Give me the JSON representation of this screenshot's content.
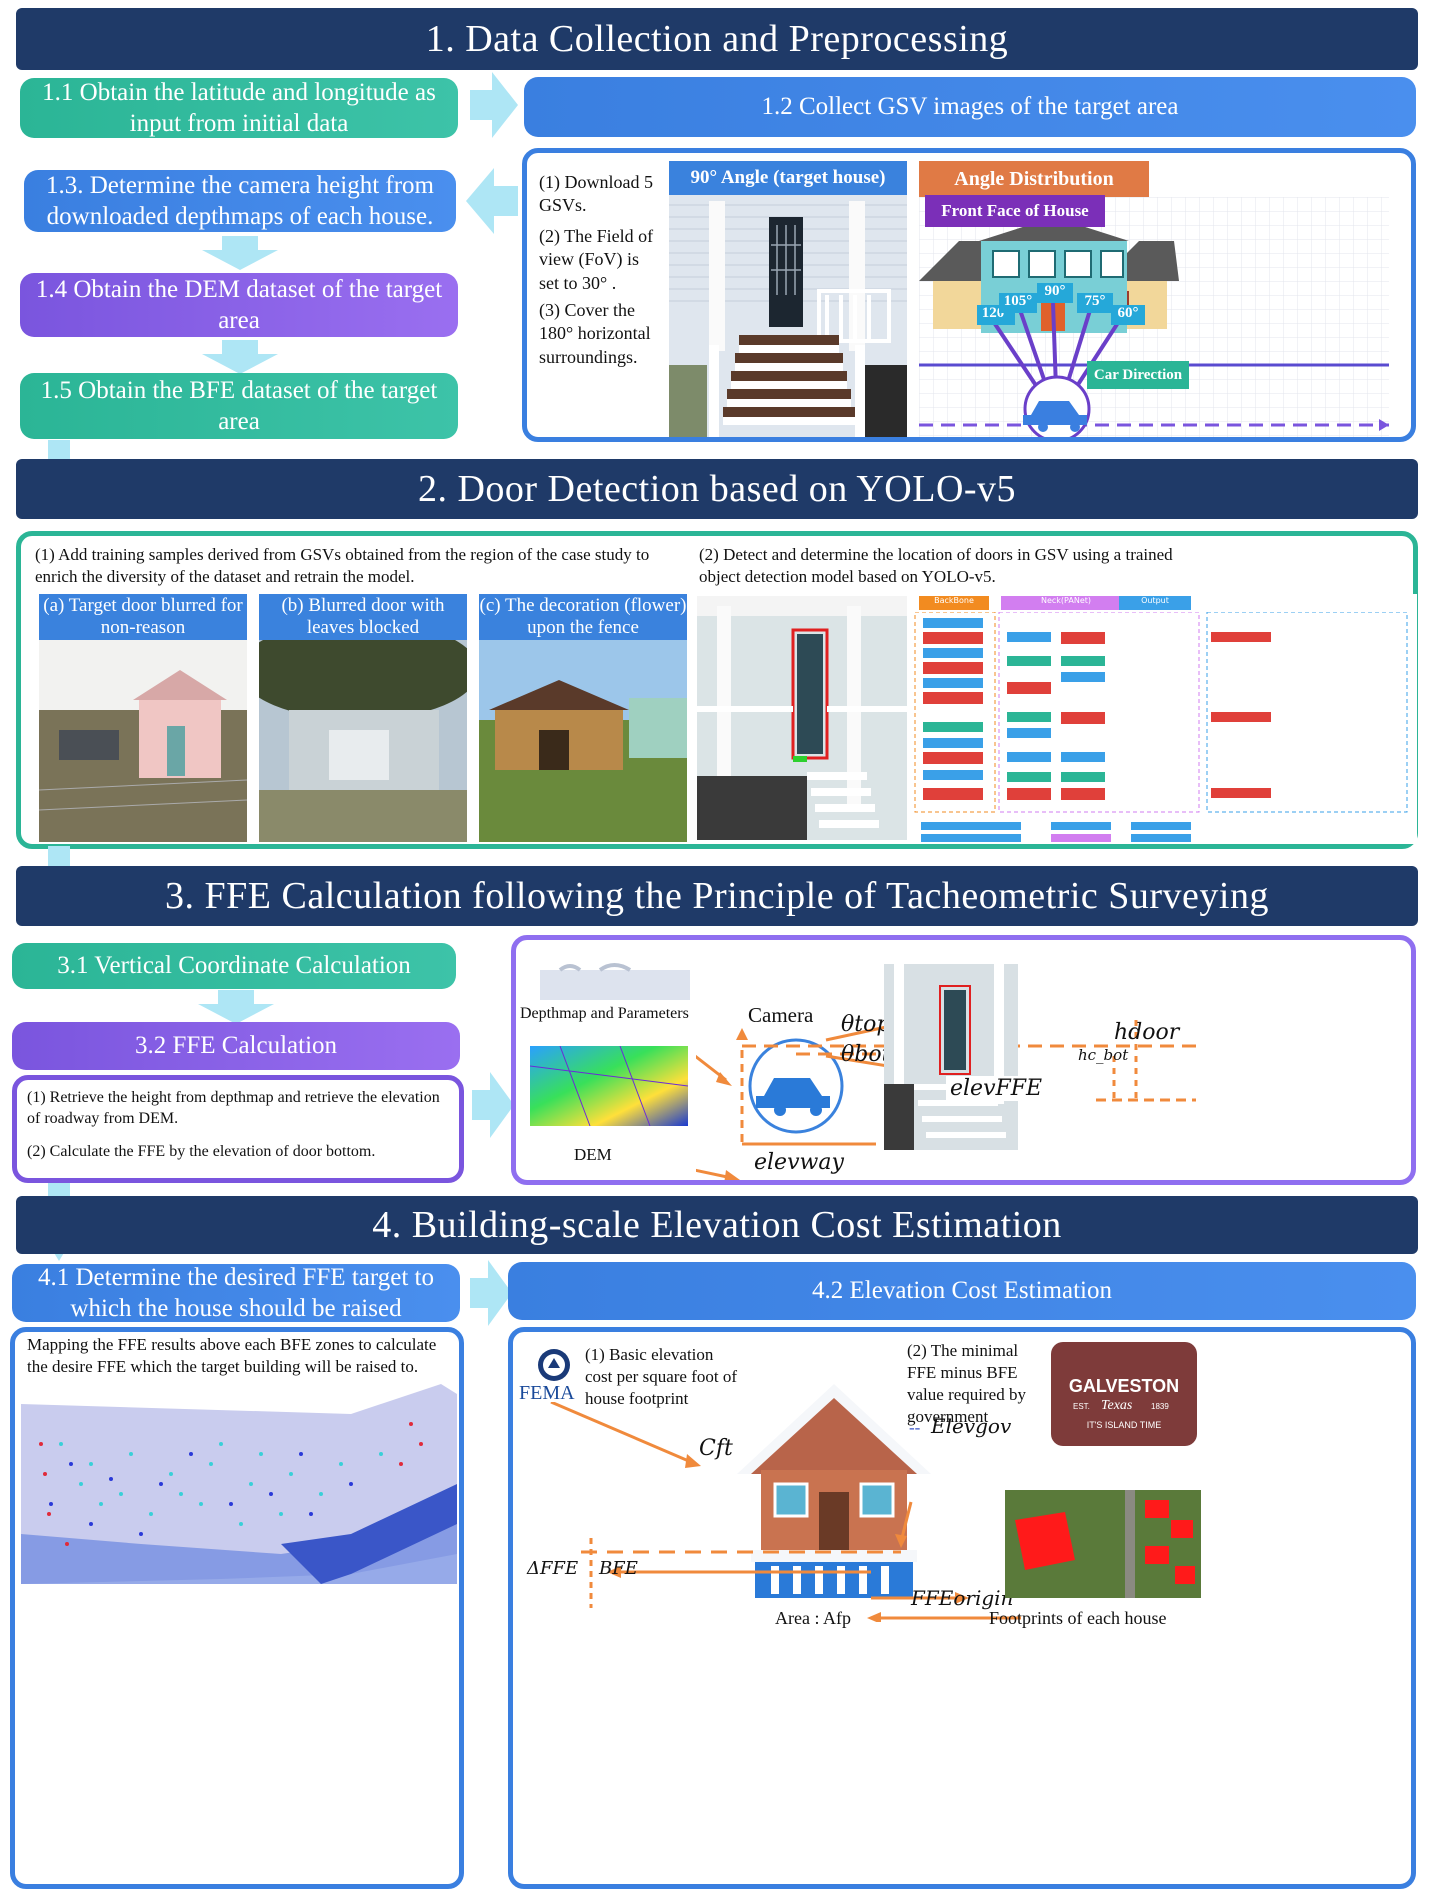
{
  "section1": {
    "title": "1. Data Collection and Preprocessing",
    "step_1_1": "1.1 Obtain the latitude and longitude as input from initial data",
    "step_1_2": "1.2 Collect GSV images of the target area",
    "step_1_3": "1.3. Determine the camera height from downloaded depthmaps of each house.",
    "step_1_4": "1.4 Obtain the DEM dataset of the target area",
    "step_1_5": "1.5 Obtain the BFE dataset of the target area",
    "notes": [
      "(1) Download 5 GSVs.",
      "(2) The Field of view (FoV) is set to 30° .",
      "(3) Cover the 180° horizontal surroundings."
    ],
    "photo_label": "90° Angle (target house)",
    "angle_title": "Angle Distribution",
    "front_face": "Front Face of House",
    "angles": [
      "120°",
      "105°",
      "90°",
      "75°",
      "60°"
    ],
    "car_direction": "Car Direction"
  },
  "section2": {
    "title": "2. Door Detection based on YOLO-v5",
    "text1": "(1) Add training samples derived from GSVs obtained from the region of the case study to enrich the diversity of the dataset and retrain the model.",
    "text2": "(2) Detect and determine the location of doors in GSV using a trained object detection model based on YOLO-v5.",
    "captions": [
      "(a) Target door blurred for non-reason",
      "(b) Blurred door with leaves blocked",
      "(c) The decoration (flower) upon the fence"
    ],
    "nn_headers": [
      "BackBone",
      "Neck(PANet)",
      "Output"
    ]
  },
  "section3": {
    "title": "3. FFE Calculation following the Principle of Tacheometric Surveying",
    "step_3_1": "3.1 Vertical Coordinate Calculation",
    "step_3_2": "3.2 FFE Calculation",
    "text1": "(1) Retrieve the height from depthmap and retrieve the elevation of roadway from DEM.",
    "text2": "(2) Calculate the FFE by the elevation of door bottom.",
    "depthmap_label": "Depthmap and Parameters",
    "camera_label": "Camera",
    "dem_label": "DEM",
    "theta_top": "θtop",
    "theta_bot": "θbot",
    "h_door": "hdoor",
    "h_c_bot": "hc_bot",
    "elev_ffe": "elevFFE",
    "elev_way": "elevway"
  },
  "section4": {
    "title": "4. Building-scale Elevation Cost Estimation",
    "step_4_1": "4.1 Determine the desired FFE target to which the house should be raised",
    "step_4_2": "4.2 Elevation Cost Estimation",
    "map_text": "Mapping the FFE results above each BFE zones to calculate the desire FFE which the target building will be raised to.",
    "fema": "FEMA",
    "text1": "(1) Basic elevation cost per square foot of house footprint",
    "text2": "(2) The minimal FFE minus BFE value required by government",
    "elev_gov": "Elevgov",
    "c_ft": "Cft",
    "delta_ffe": "ΔFFE",
    "bfe": "BFE",
    "ffe_origin": "FFEorigin",
    "area": "Area : Afp",
    "footprints": "Footprints of each house",
    "galveston": "GALVESTON",
    "texas": "Texas",
    "est": "EST.",
    "year": "1839",
    "motto": "IT'S ISLAND TIME"
  },
  "colors": {
    "header": "#1f3a68",
    "teal": "#2bb596",
    "blue": "#3a7fe0",
    "purple": "#7a55de",
    "arrow": "#aee6f5",
    "orange": "#f08a3c"
  }
}
